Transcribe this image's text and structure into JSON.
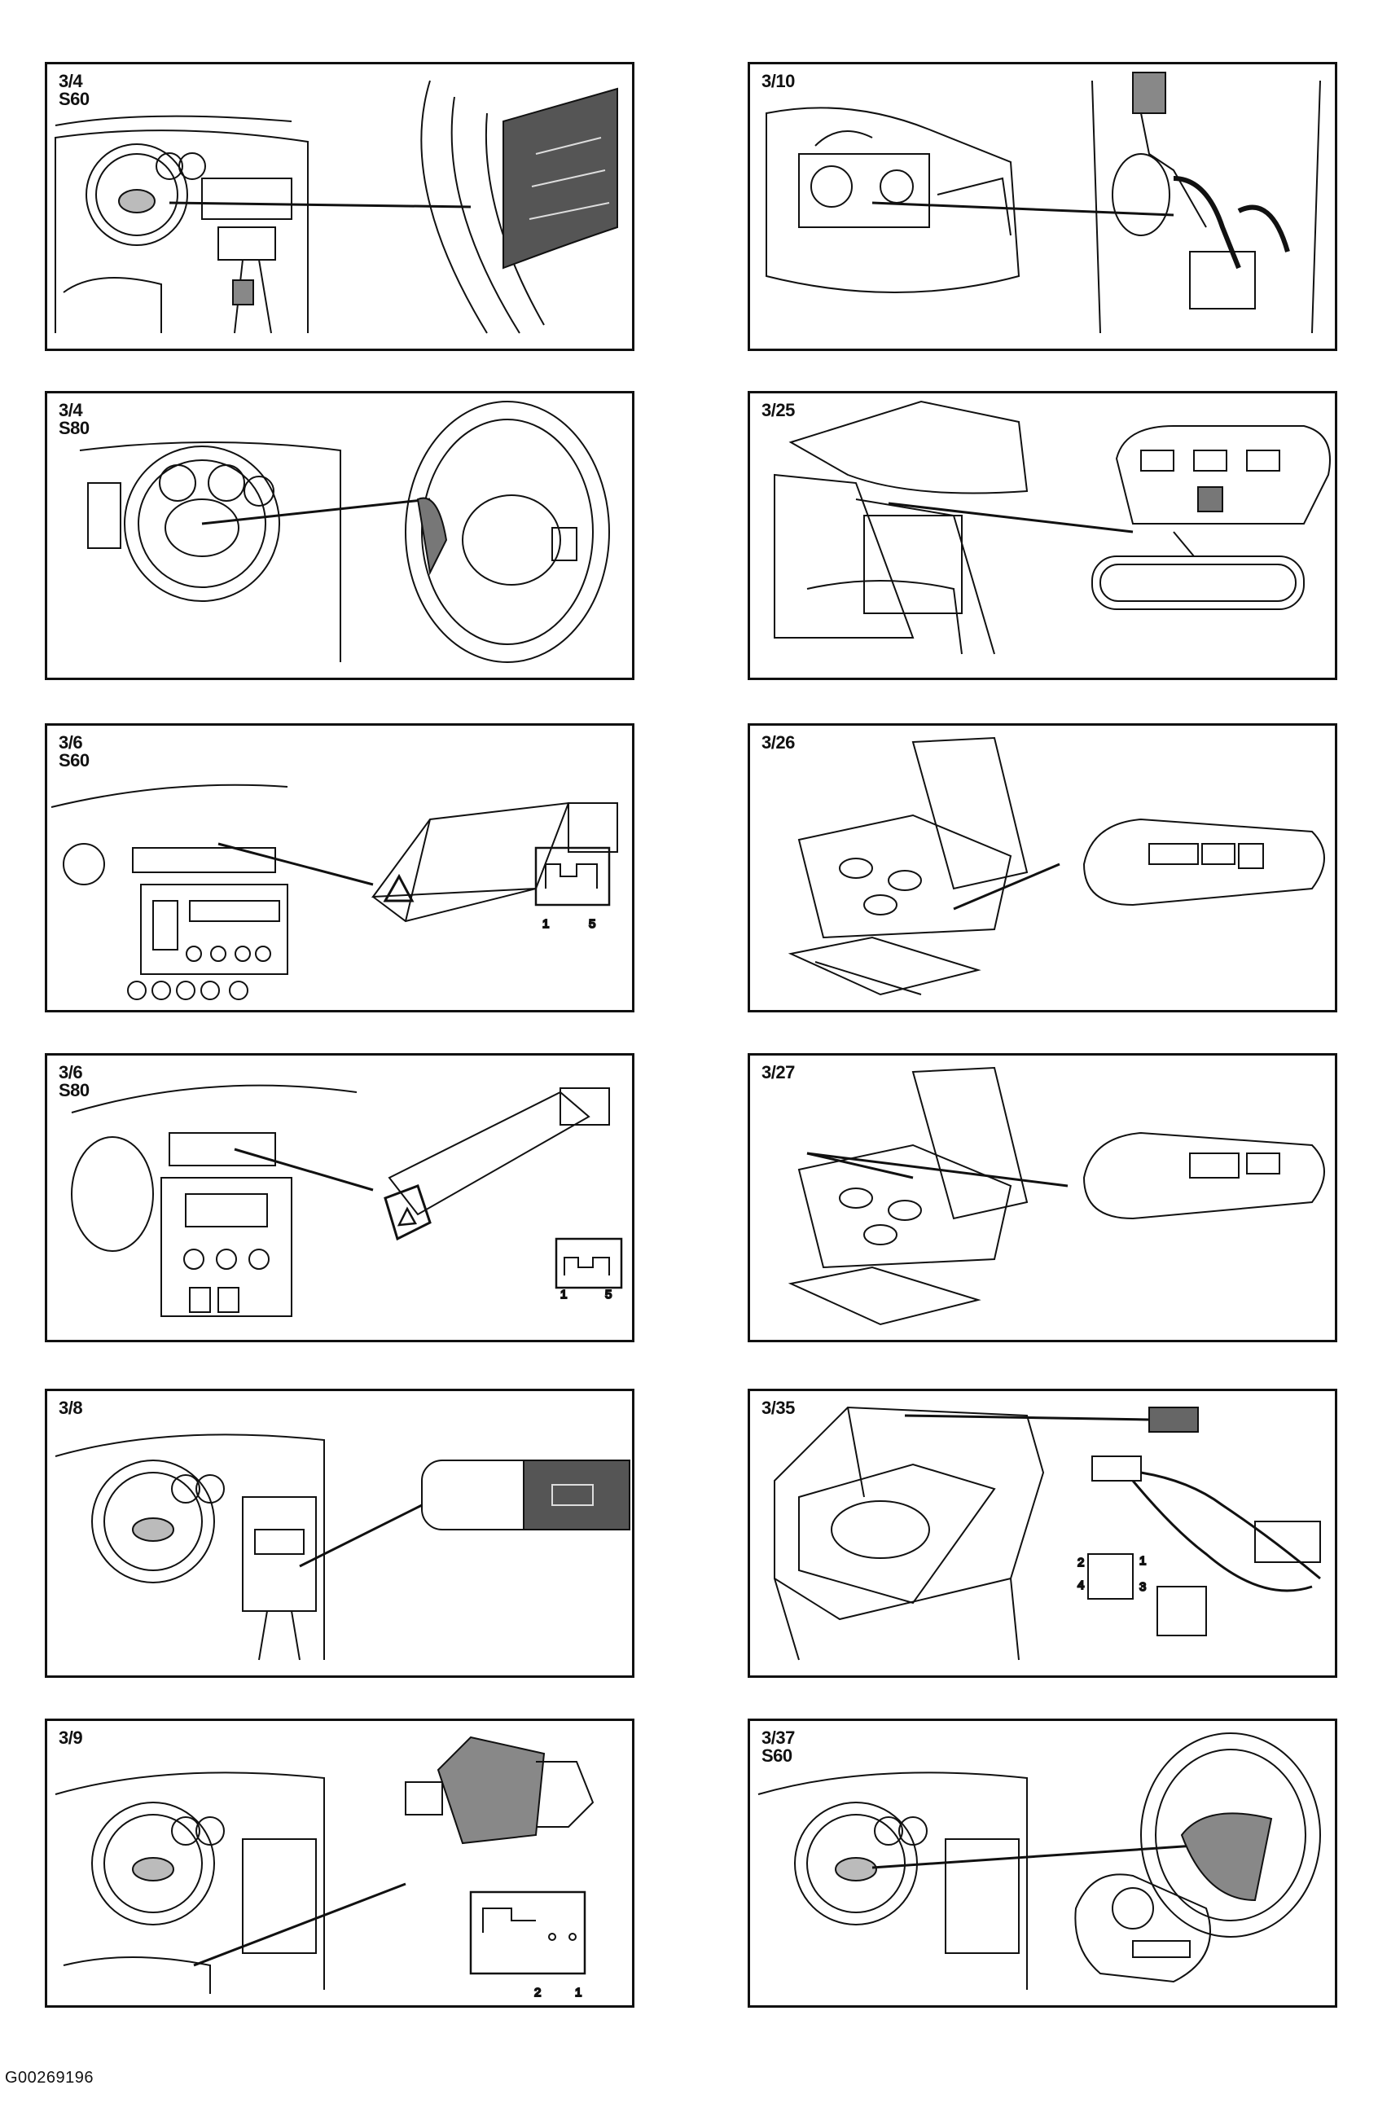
{
  "panels": [
    {
      "code": "3/4",
      "model": "S60"
    },
    {
      "code": "3/10",
      "model": ""
    },
    {
      "code": "3/4",
      "model": "S80"
    },
    {
      "code": "3/25",
      "model": ""
    },
    {
      "code": "3/6",
      "model": "S60",
      "pins": [
        "1",
        "5"
      ]
    },
    {
      "code": "3/26",
      "model": ""
    },
    {
      "code": "3/6",
      "model": "S80",
      "pins": [
        "1",
        "5"
      ]
    },
    {
      "code": "3/27",
      "model": ""
    },
    {
      "code": "3/8",
      "model": ""
    },
    {
      "code": "3/35",
      "model": "",
      "pins": [
        "2",
        "1",
        "4",
        "3"
      ]
    },
    {
      "code": "3/9",
      "model": "",
      "pins": [
        "2",
        "1"
      ]
    },
    {
      "code": "3/37",
      "model": "S60"
    }
  ],
  "footer": {
    "code": "G00269196"
  }
}
